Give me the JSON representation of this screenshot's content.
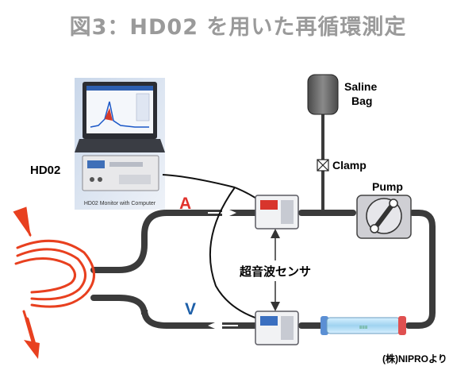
{
  "title": "図3：HD02 を用いた再循環測定",
  "labels": {
    "hd02": "HD02",
    "monitor_caption": "HD02 Monitor with Computer",
    "saline_line1": "Saline",
    "saline_line2": "Bag",
    "clamp": "Clamp",
    "pump": "Pump",
    "arterial": "A",
    "venous": "V",
    "sensor": "超音波センサ",
    "credit": "(株)NIPROより"
  },
  "colors": {
    "title": "#9a9a9a",
    "arterial": "#e0322c",
    "venous": "#1d5fa8",
    "tubing": "#3b3b3b",
    "vessel": "#e8401f"
  }
}
